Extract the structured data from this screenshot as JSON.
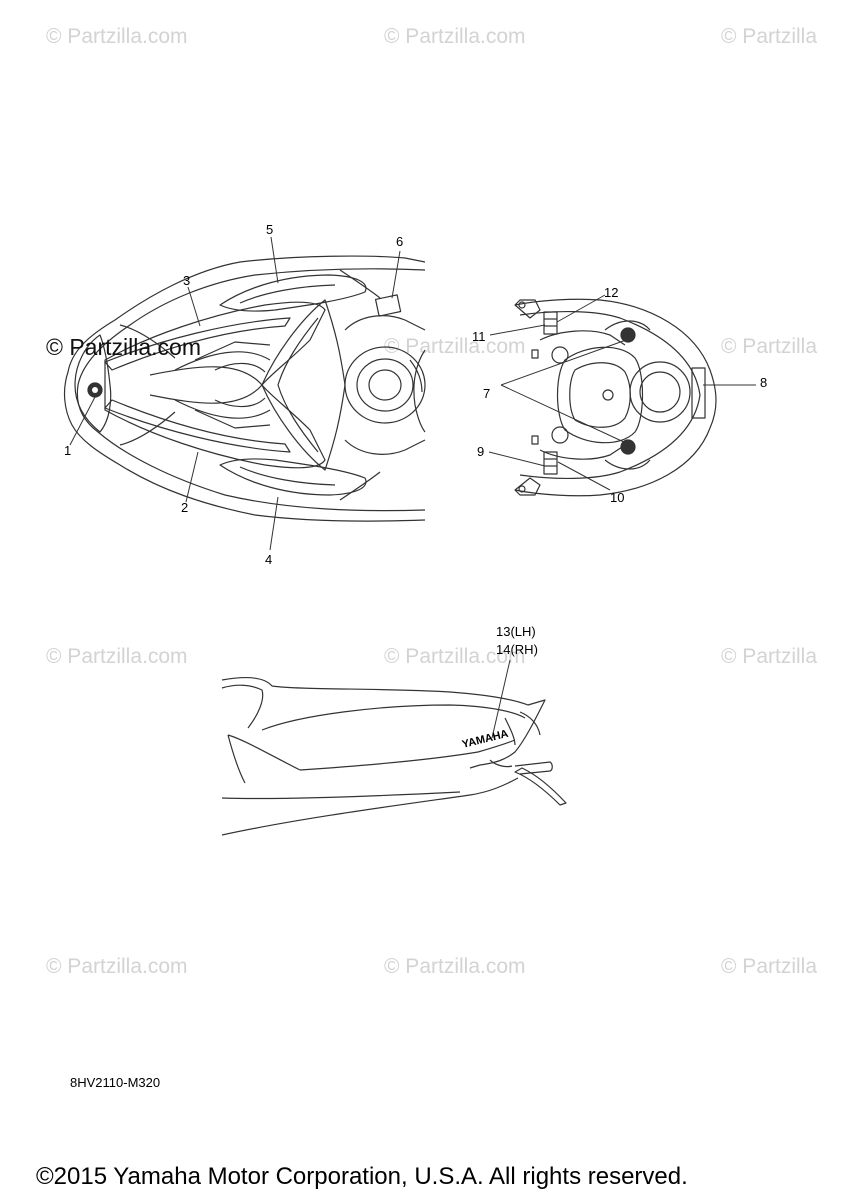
{
  "watermarks": {
    "text": "© Partzilla.com",
    "partial": "© Partzilla",
    "dark": "© Partzilla.com"
  },
  "callouts": {
    "c1": "1",
    "c2": "2",
    "c3": "3",
    "c4": "4",
    "c5": "5",
    "c6": "6",
    "c7": "7",
    "c8": "8",
    "c9": "9",
    "c10": "10",
    "c11": "11",
    "c12": "12",
    "c13": "13(LH)",
    "c14": "14(RH)"
  },
  "decal_text": "YAMAHA",
  "diagram_code": "8HV2110-M320",
  "copyright": "©2015 Yamaha Motor Corporation, U.S.A. All rights reserved.",
  "colors": {
    "line": "#333333",
    "watermark": "#d3d3d3"
  }
}
